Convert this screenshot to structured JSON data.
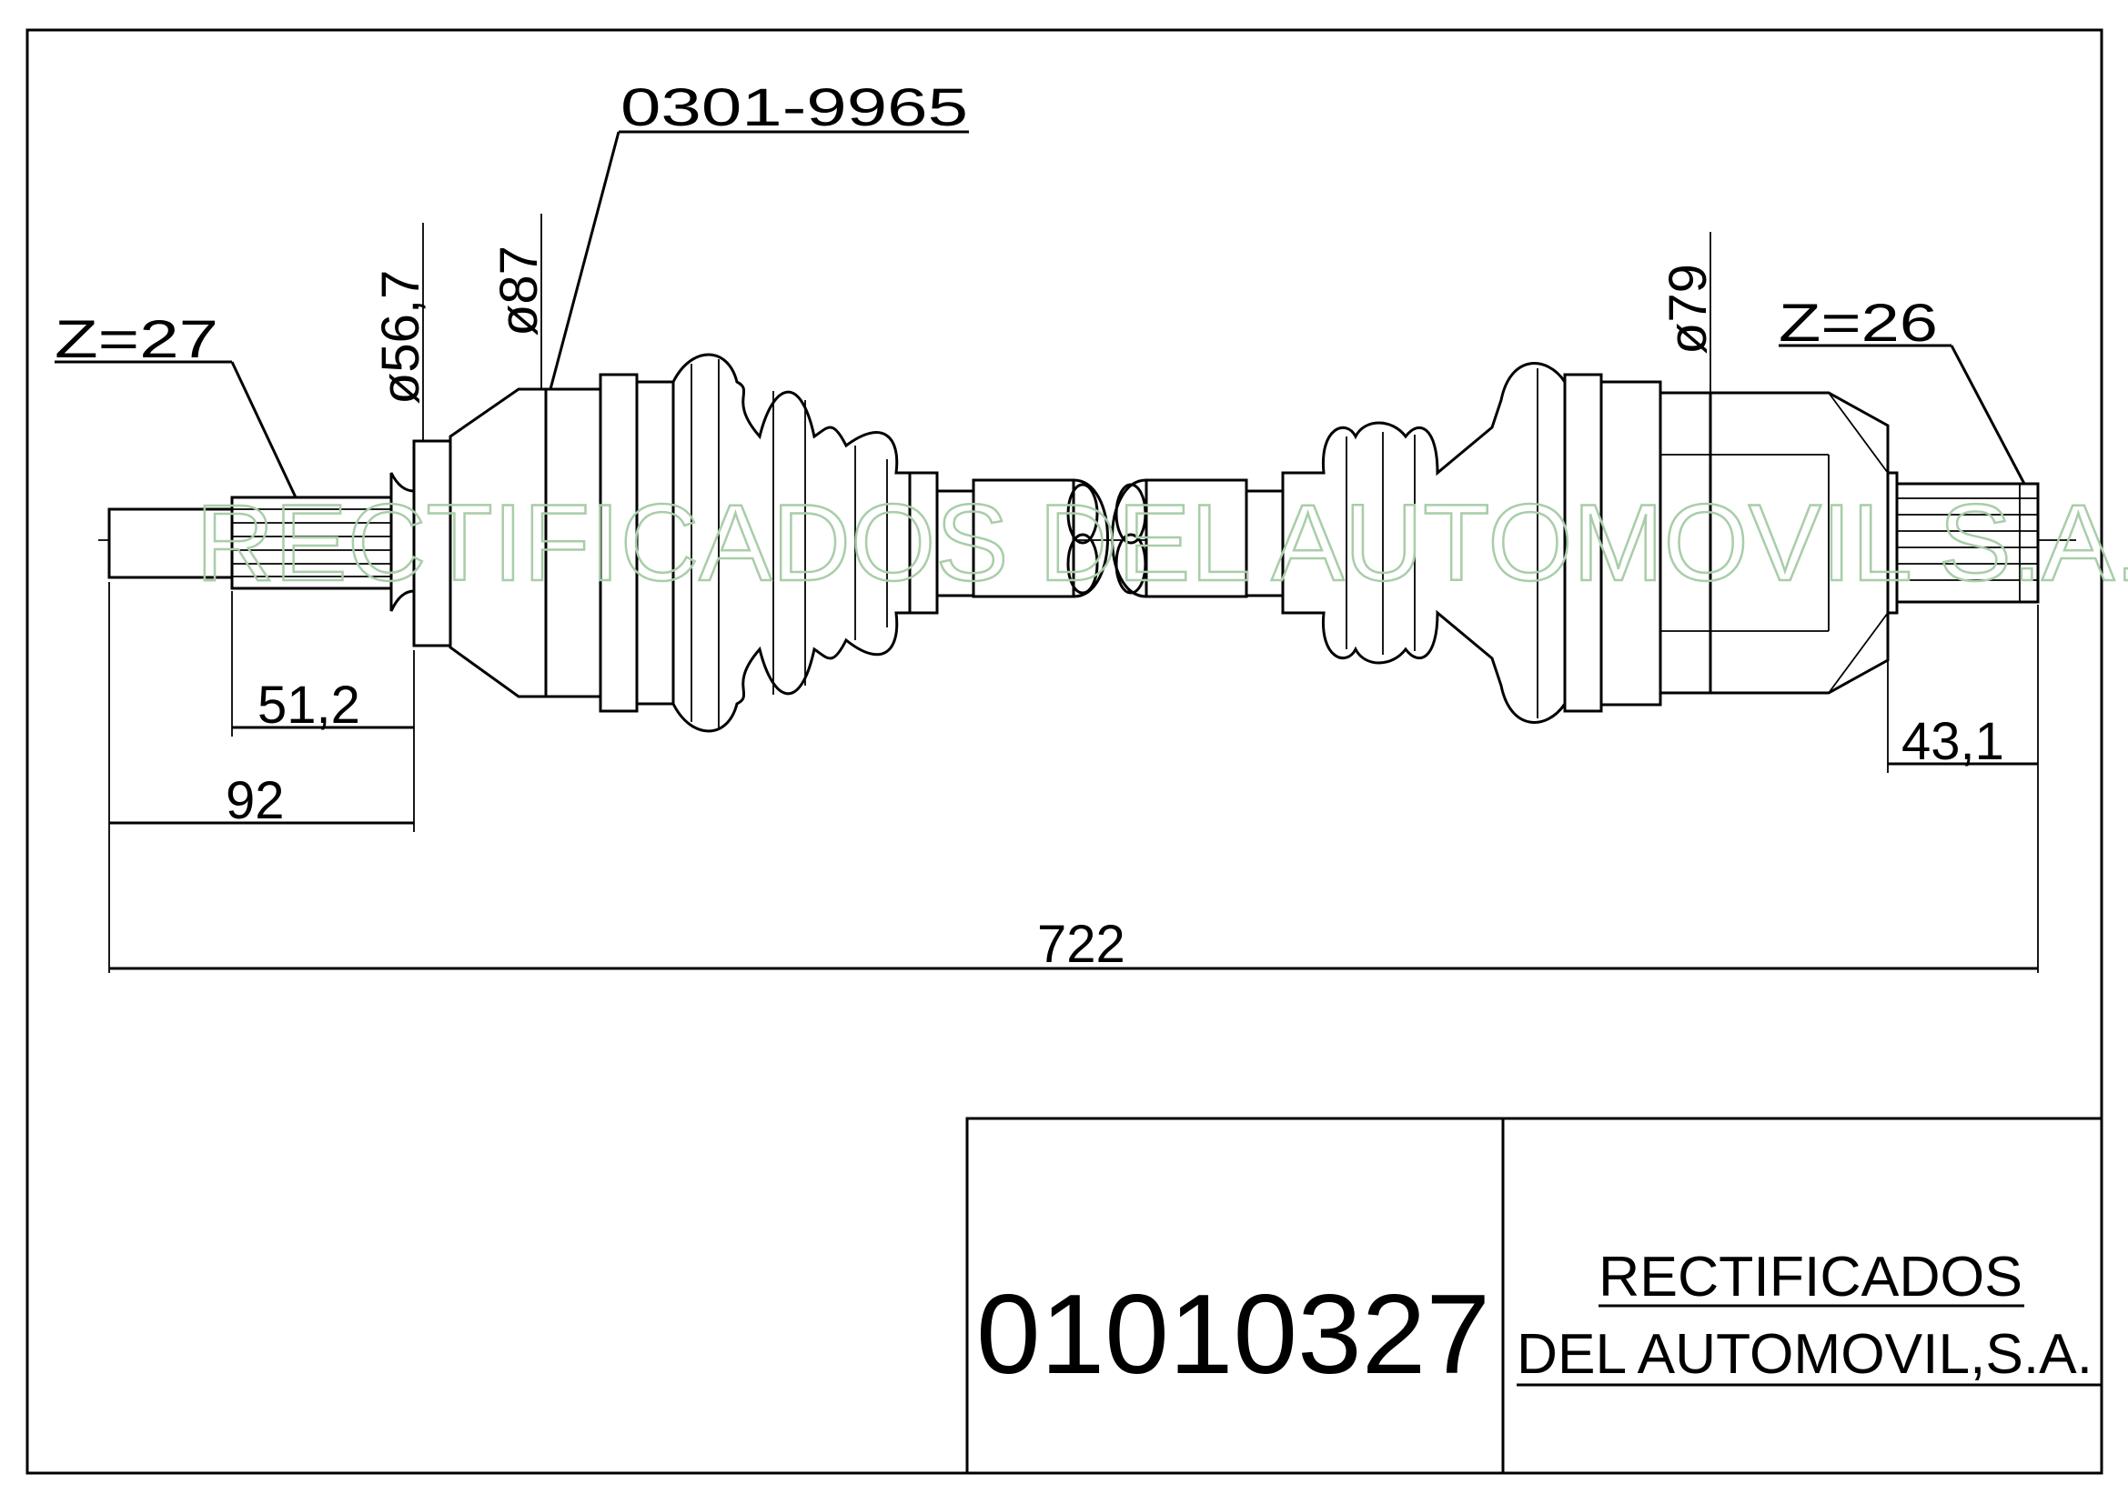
{
  "drawing": {
    "part_reference": "0301-9965",
    "left_spline": "Z=27",
    "right_spline": "Z=26",
    "dia_inner_left": "ø56,7",
    "dia_left_joint": "ø87",
    "dia_right_joint": "ø79",
    "len_left_spline": "51,2",
    "len_left_stub": "92",
    "len_right_stub": "43,1",
    "len_total": "722",
    "watermark": "RECTIFICADOS DEL AUTOMOVIL S.A."
  },
  "title_block": {
    "part_number": "01010327",
    "company_line1": "RECTIFICADOS",
    "company_line2": "DEL AUTOMOVIL,S.A."
  },
  "colors": {
    "line": "#000000",
    "watermark": "#a9cda9",
    "background": "#ffffff"
  }
}
